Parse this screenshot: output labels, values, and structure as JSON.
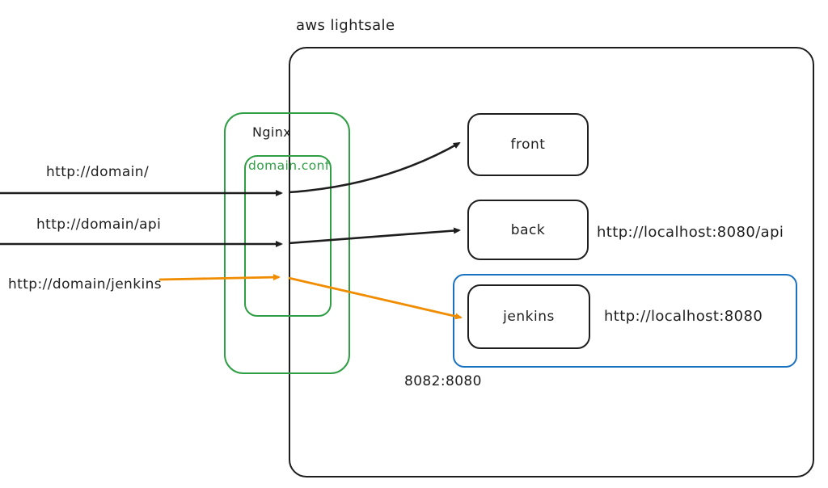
{
  "labels": {
    "container": "aws lightsale",
    "nginx": "Nginx",
    "nginx_conf": "domain.conf",
    "front": "front",
    "back": "back",
    "jenkins": "jenkins",
    "req_root": "http://domain/",
    "req_api": "http://domain/api",
    "req_jenkins": "http://domain/jenkins",
    "back_url": "http://localhost:8080/api",
    "jenkins_url": "http://localhost:8080",
    "port_map": "8082:8080"
  },
  "colors": {
    "stroke": "#1e1e1e",
    "nginx_green": "#2f9e44",
    "jenkins_blue": "#1971c2",
    "route_orange": "#f08c00",
    "background": "#ffffff"
  },
  "icons": {
    "arrow_black": "right-arrow-icon",
    "arrow_orange": "right-arrow-icon"
  }
}
